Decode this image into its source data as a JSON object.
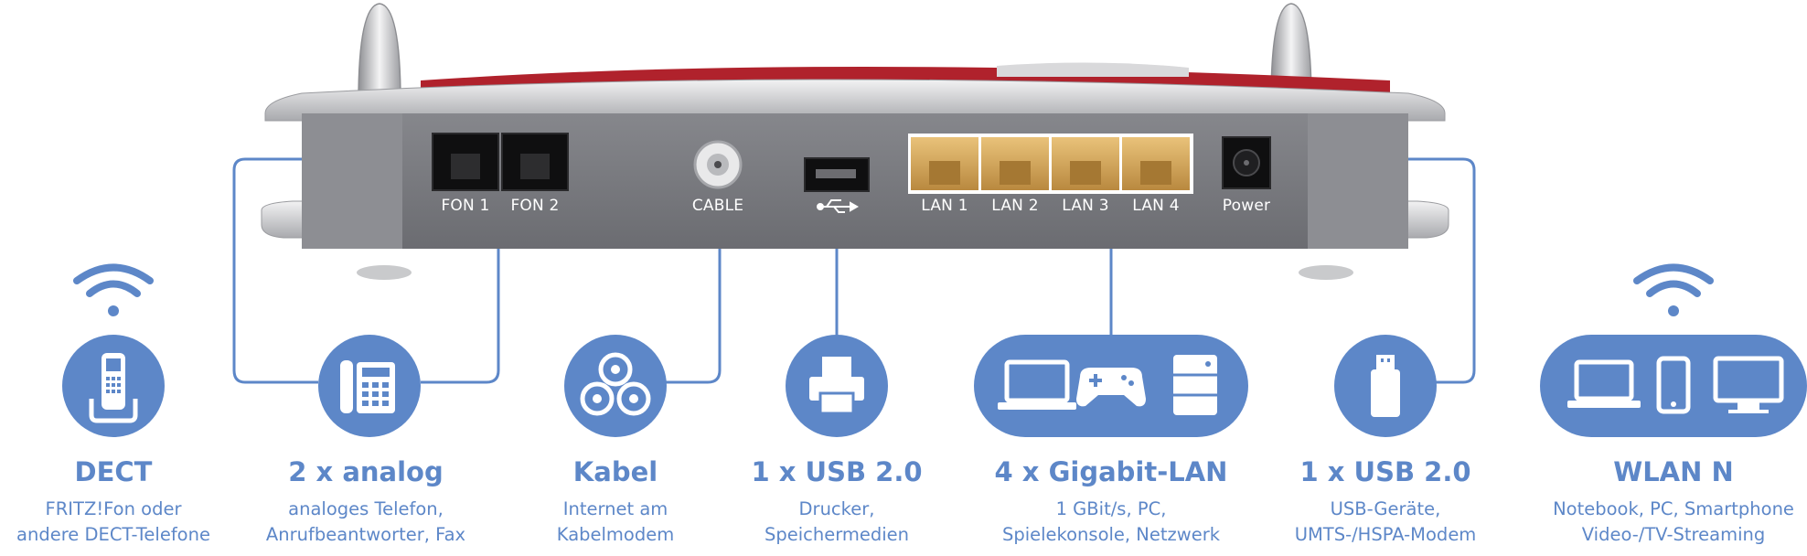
{
  "ports": {
    "fon1": "FON 1",
    "fon2": "FON 2",
    "cable": "CABLE",
    "lan1": "LAN 1",
    "lan2": "LAN 2",
    "lan3": "LAN 3",
    "lan4": "LAN 4",
    "power": "Power"
  },
  "features": [
    {
      "title": "DECT",
      "line1": "FRITZ!Fon oder",
      "line2": "andere DECT-Telefone",
      "icon": "dect-phone-icon"
    },
    {
      "title": "2 x analog",
      "line1": "analoges Telefon,",
      "line2": "Anrufbeantworter, Fax",
      "icon": "desk-phone-icon"
    },
    {
      "title": "Kabel",
      "line1": "Internet am",
      "line2": "Kabelmodem",
      "icon": "coax-cable-icon"
    },
    {
      "title": "1 x USB 2.0",
      "line1": "Drucker,",
      "line2": "Speichermedien",
      "icon": "printer-icon"
    },
    {
      "title": "4 x Gigabit-LAN",
      "line1": "1 GBit/s, PC,",
      "line2": "Spielekonsole, Netzwerk",
      "icon": "laptop-gamepad-server-icon"
    },
    {
      "title": "1 x USB 2.0",
      "line1": "USB-Geräte,",
      "line2": "UMTS-/HSPA-Modem",
      "icon": "usb-stick-icon"
    },
    {
      "title": "WLAN N",
      "line1": "Notebook, PC, Smartphone",
      "line2": "Video-/TV-Streaming",
      "icon": "laptop-phone-monitor-icon"
    }
  ],
  "colors": {
    "accent": "#5d87c8",
    "router_body": "#7a7b80",
    "router_shell": "#c9cacc",
    "router_red": "#b0222c",
    "lan_port": "#d6a85c"
  }
}
